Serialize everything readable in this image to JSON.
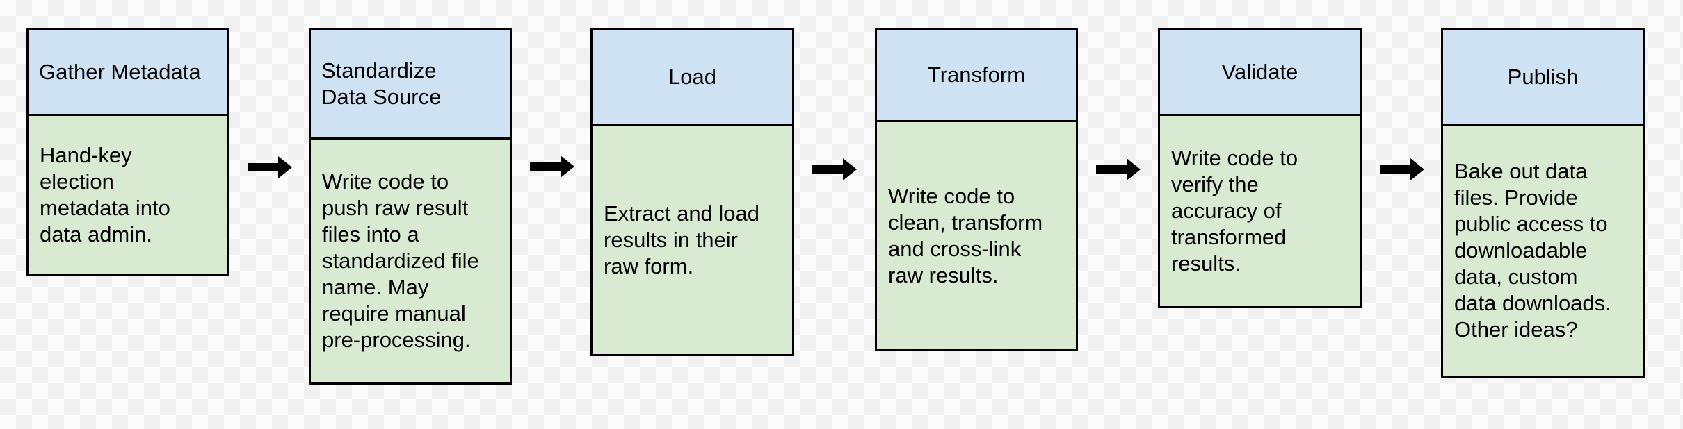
{
  "steps": [
    {
      "header": "Gather Metadata",
      "body": "Hand-key\nelection\nmetadata into\ndata admin."
    },
    {
      "header": "Standardize\nData Source",
      "body": "Write code to\npush raw result\nfiles into a\nstandardized file\nname. May\nrequire manual\npre-processing."
    },
    {
      "header": "Load",
      "body": "Extract and load\nresults in their\nraw form."
    },
    {
      "header": "Transform",
      "body": "Write code to\nclean, transform\nand cross-link\nraw results."
    },
    {
      "header": "Validate",
      "body": "Write code to\nverify the\naccuracy of\ntransformed\nresults."
    },
    {
      "header": "Publish",
      "body": "Bake out data\nfiles. Provide\npublic access to\ndownloadable\ndata, custom\ndata downloads.\nOther ideas?"
    }
  ],
  "colors": {
    "header_fill": "#cfe2f3",
    "body_fill": "#d9ead3",
    "border": "#000000",
    "arrow": "#000000"
  }
}
